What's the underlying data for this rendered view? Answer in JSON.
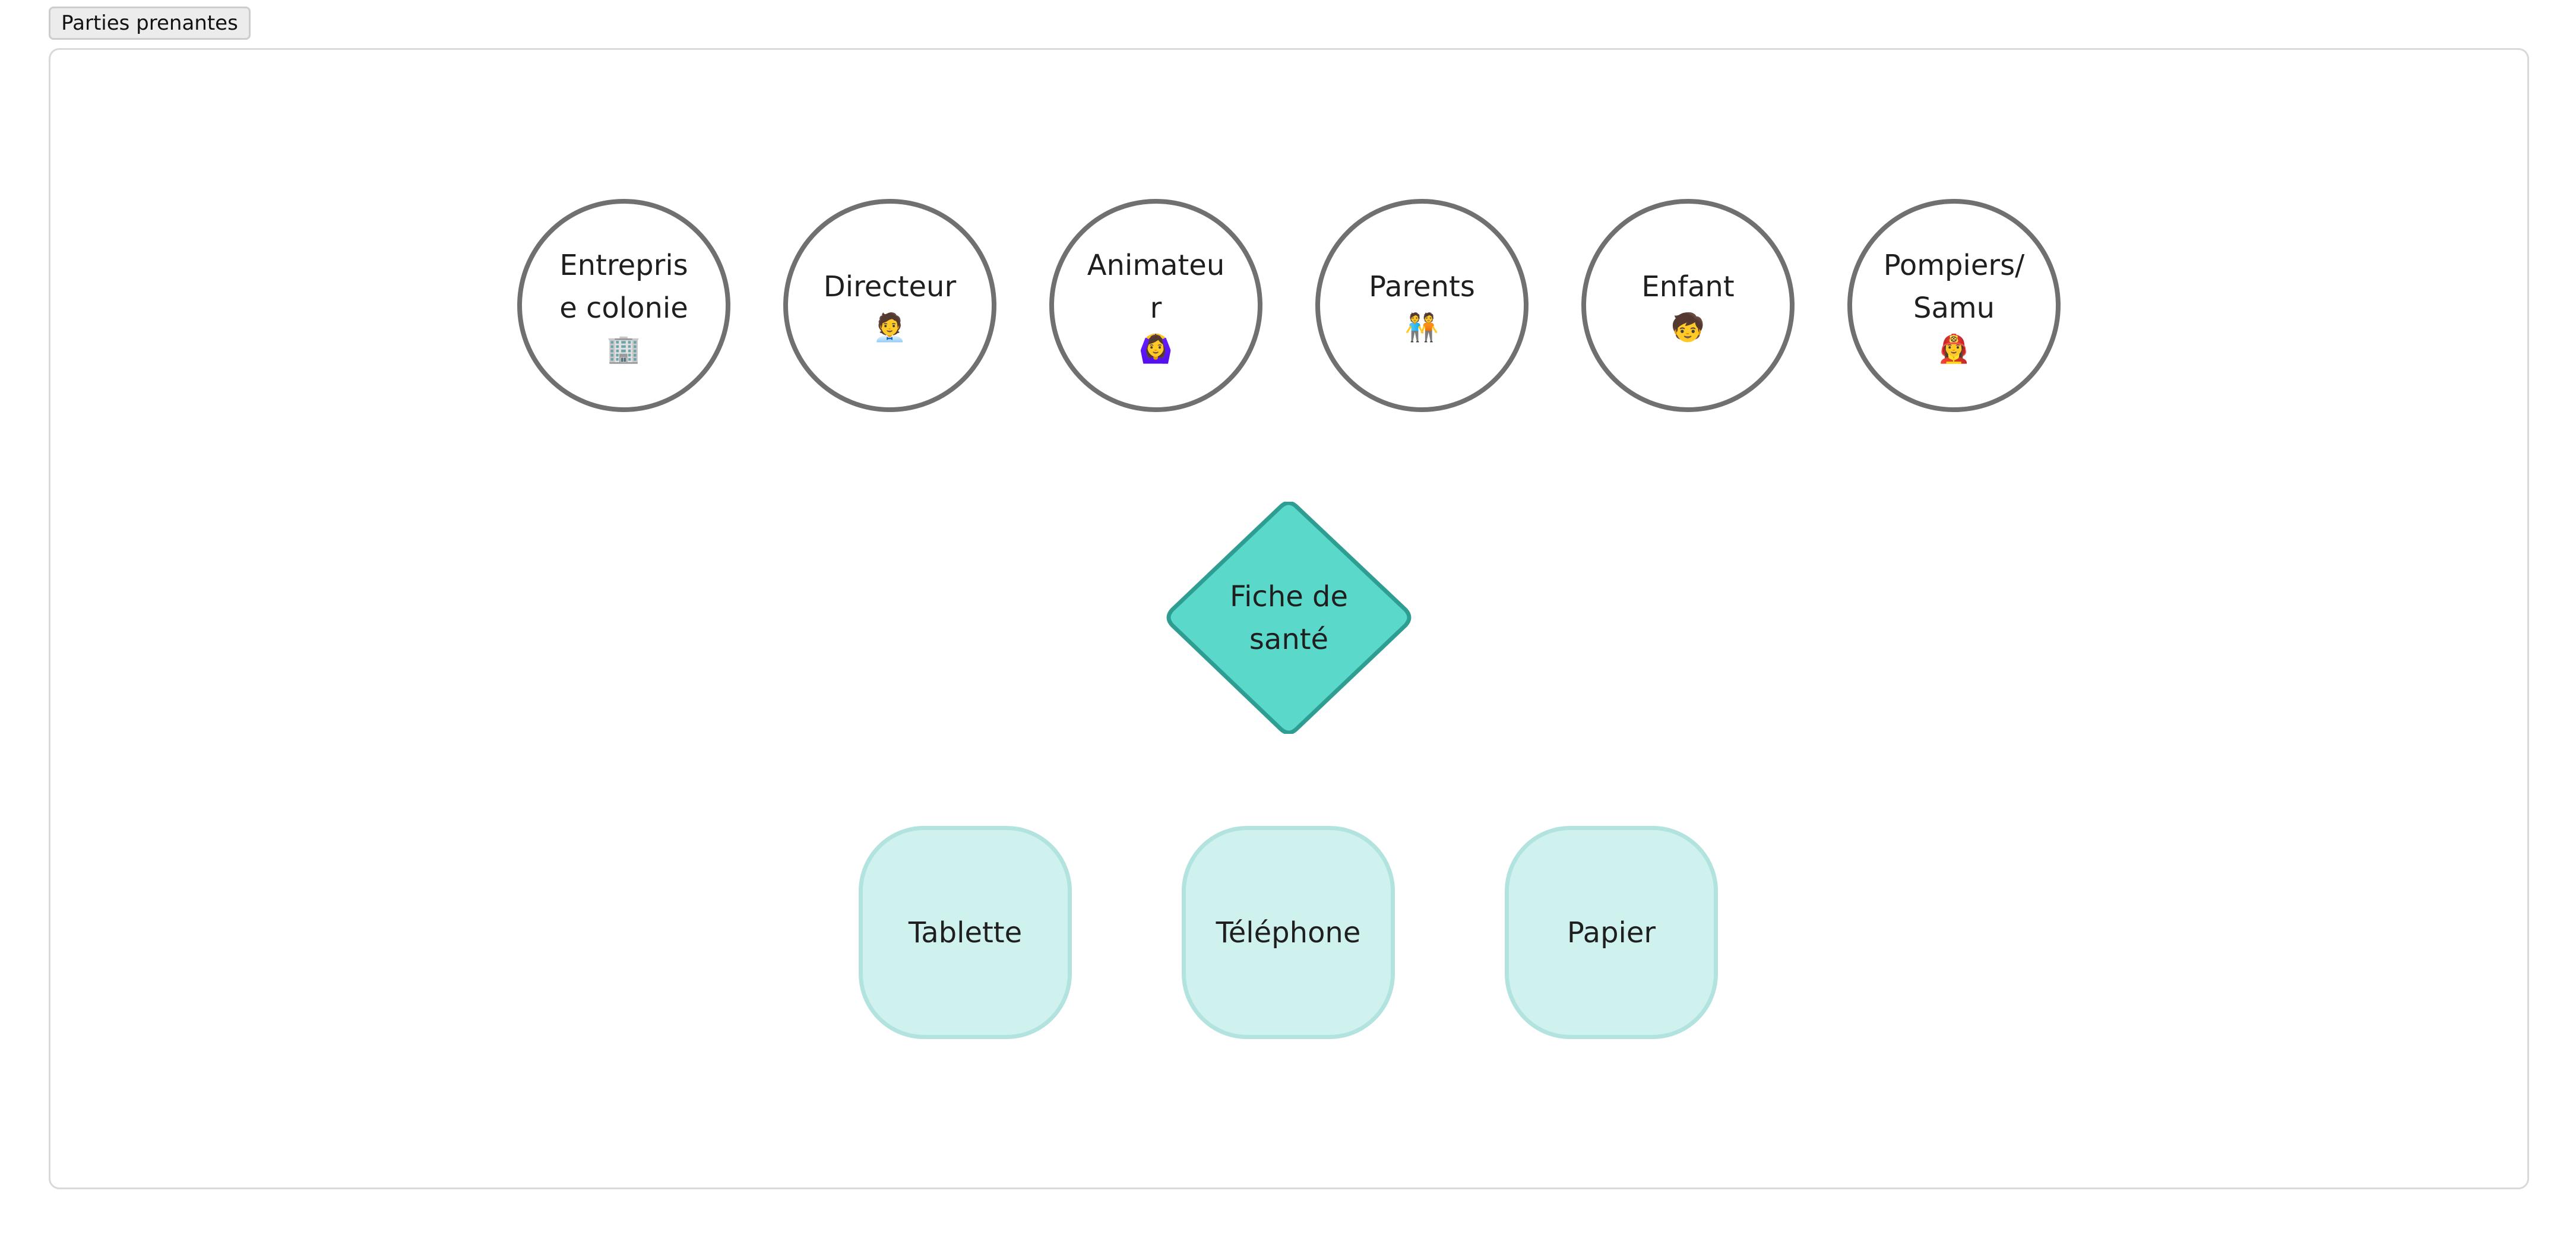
{
  "toolbar": {
    "tab_label": "Parties prenantes"
  },
  "stakeholders": [
    {
      "label": "Entreprise colonie",
      "emoji": "🏢"
    },
    {
      "label": "Directeur",
      "emoji": "🧑‍💼"
    },
    {
      "label": "Animateur",
      "emoji": "🙆‍♀️"
    },
    {
      "label": "Parents",
      "emoji": "🧑‍🤝‍🧑"
    },
    {
      "label": "Enfant",
      "emoji": "🧒"
    },
    {
      "label": "Pompiers/ Samu",
      "emoji": "👩‍🚒"
    }
  ],
  "artefact": {
    "label": "Fiche de santé",
    "fill_color": "#5ad8c9",
    "stroke_color": "#2f9e92"
  },
  "supports": [
    {
      "label": "Tablette"
    },
    {
      "label": "Téléphone"
    },
    {
      "label": "Papier"
    }
  ],
  "colors": {
    "circle_border": "#707070",
    "support_fill": "#cff2ee",
    "support_border": "#b2e3de"
  }
}
